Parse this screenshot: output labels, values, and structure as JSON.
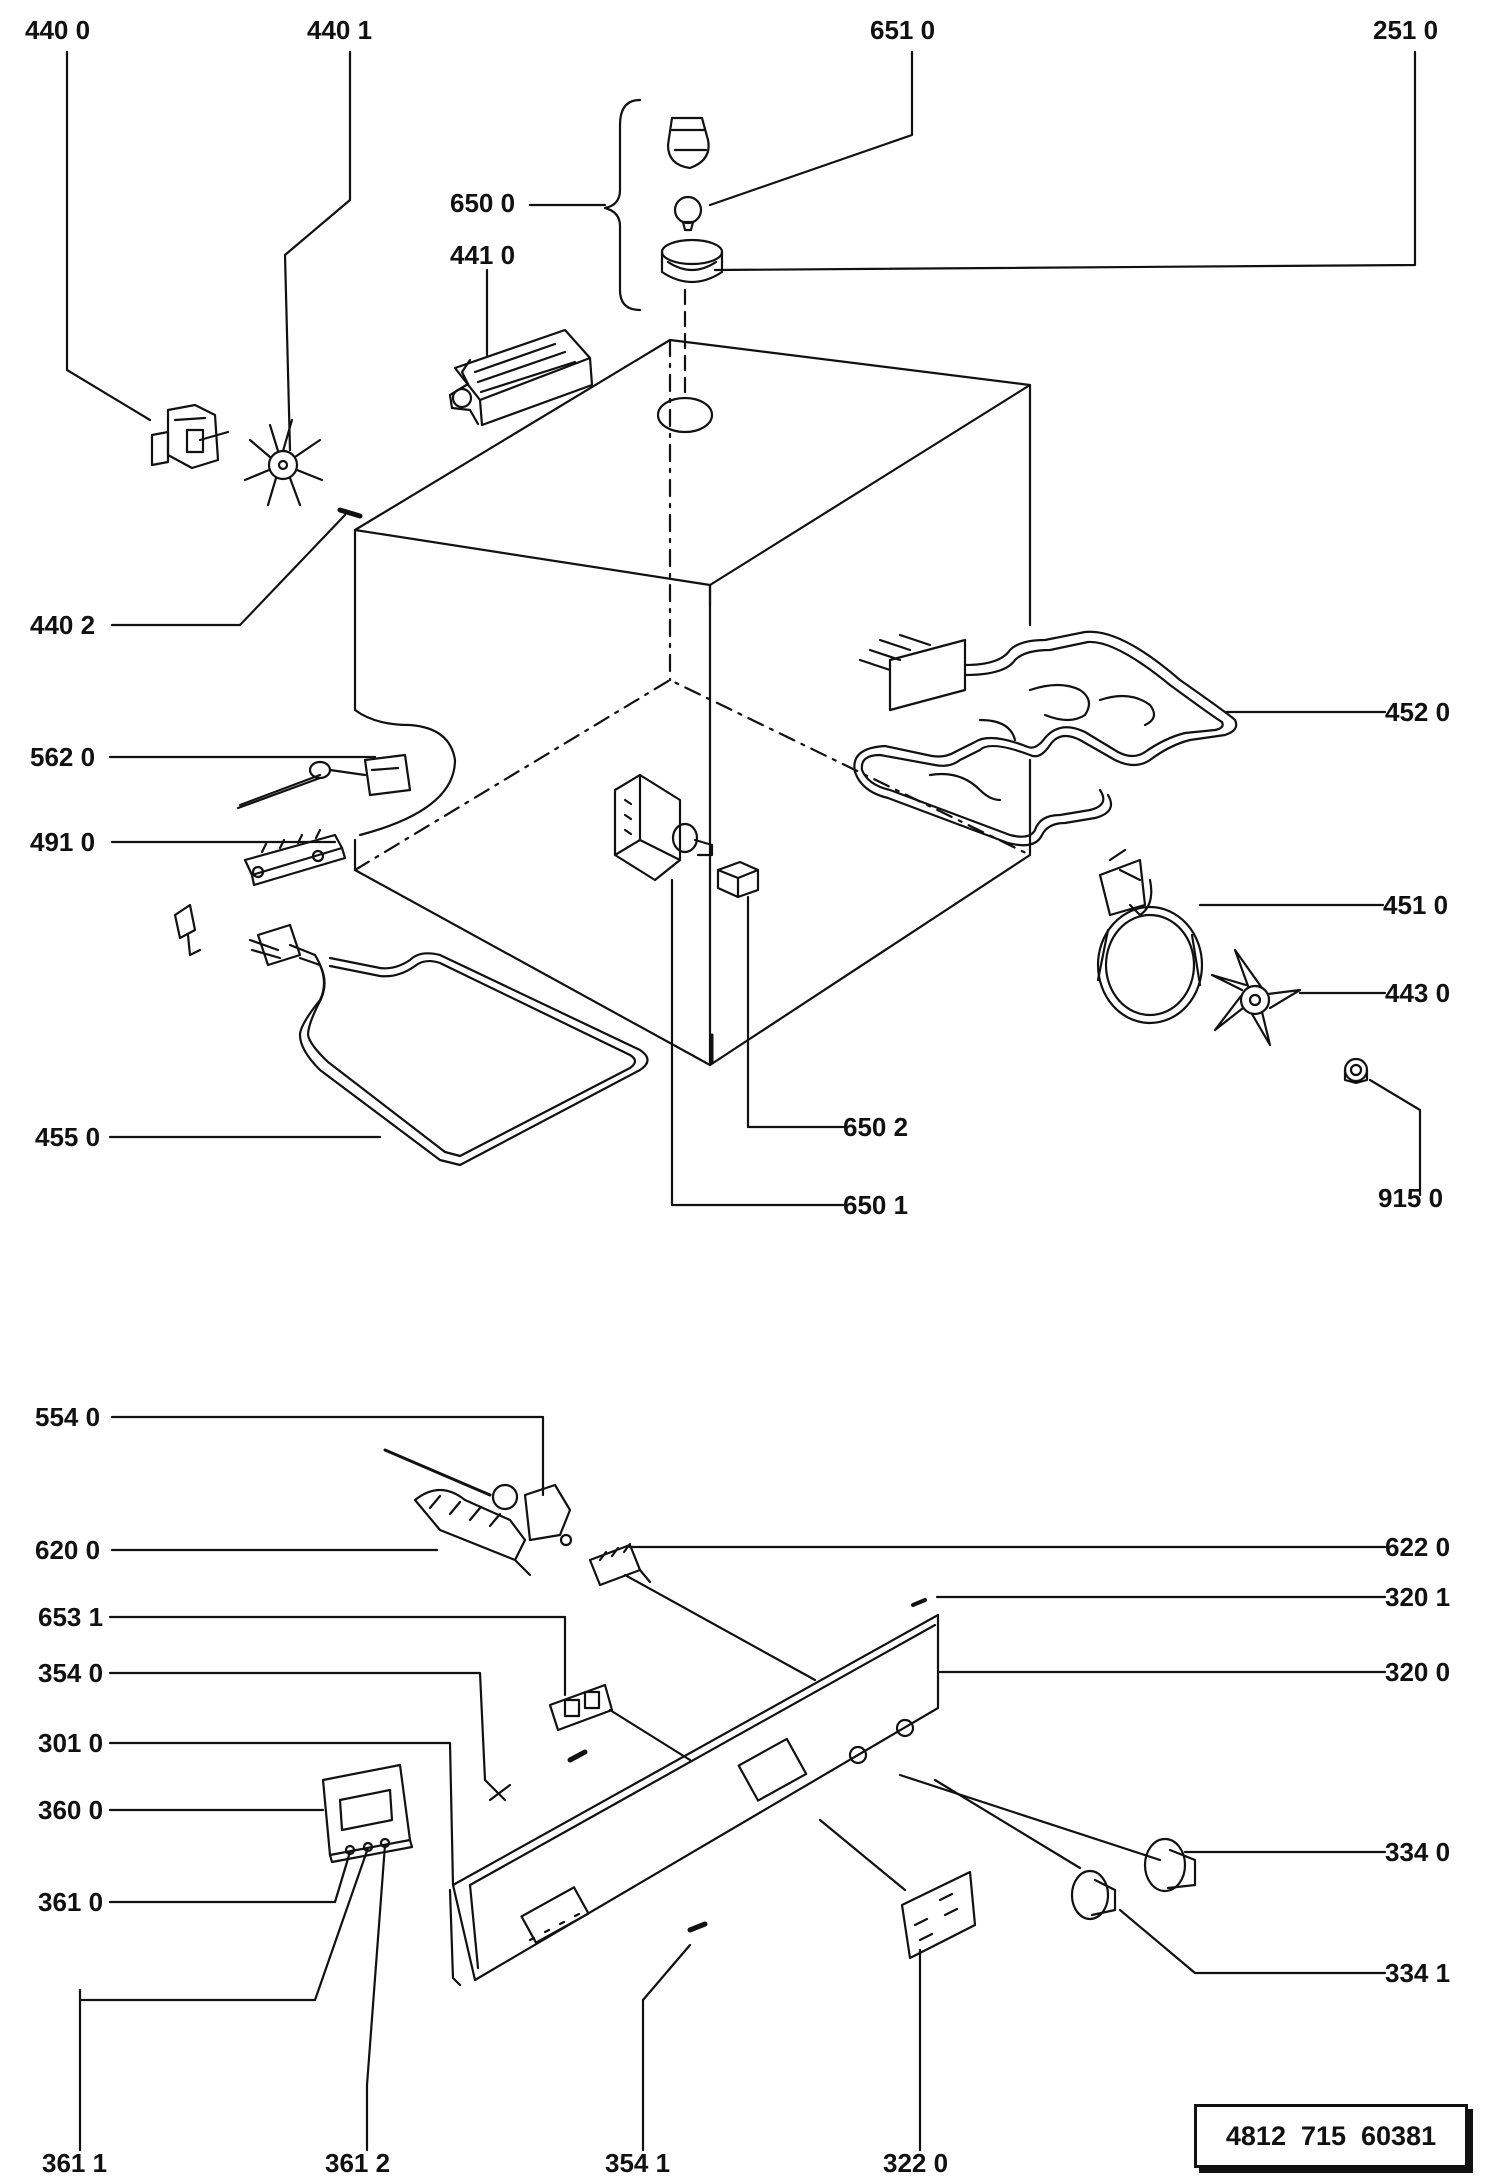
{
  "diagram": {
    "upper_labels": {
      "l_440_0": "440 0",
      "l_440_1": "440 1",
      "l_651_0": "651 0",
      "l_251_0": "251 0",
      "l_650_0": "650 0",
      "l_441_0": "441 0",
      "l_440_2": "440 2",
      "l_562_0": "562 0",
      "l_491_0": "491 0",
      "l_452_0": "452 0",
      "l_451_0": "451 0",
      "l_443_0": "443 0",
      "l_455_0": "455 0",
      "l_650_2": "650 2",
      "l_650_1": "650 1",
      "l_915_0": "915 0"
    },
    "lower_labels": {
      "l_554_0": "554 0",
      "l_620_0": "620 0",
      "l_622_0": "622 0",
      "l_653_1": "653 1",
      "l_320_1": "320 1",
      "l_354_0": "354 0",
      "l_320_0": "320 0",
      "l_301_0": "301 0",
      "l_360_0": "360 0",
      "l_334_0": "334 0",
      "l_361_0": "361 0",
      "l_334_1": "334 1",
      "l_361_1": "361 1",
      "l_361_2": "361 2",
      "l_354_1": "354 1",
      "l_322_0": "322 0"
    },
    "reference_number": "4812  715  60381"
  }
}
